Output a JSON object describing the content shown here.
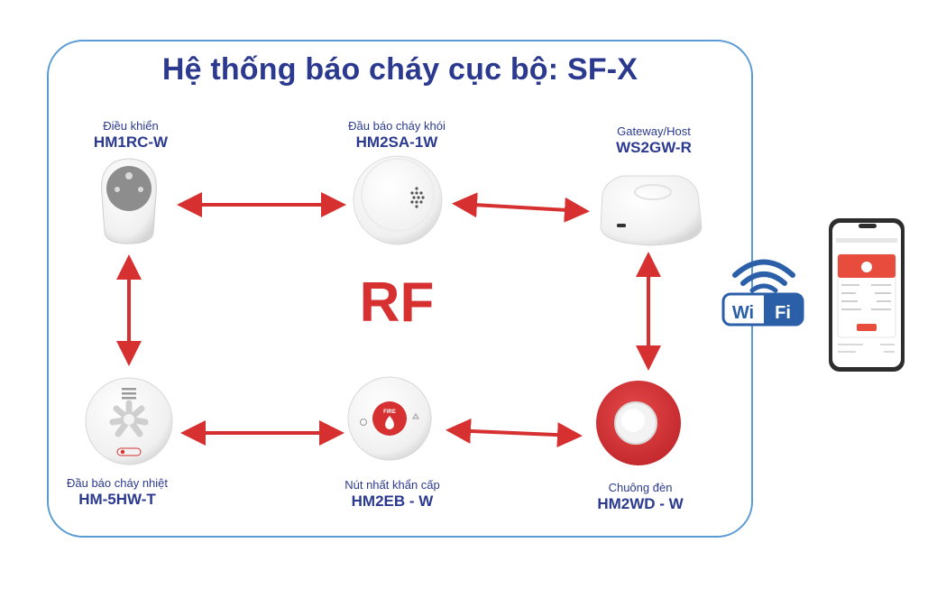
{
  "title": "Hệ thống báo cháy cục bộ: SF-X",
  "center_label": "RF",
  "devices": {
    "remote": {
      "name": "Điều khiển",
      "model": "HM1RC-W"
    },
    "smoke": {
      "name": "Đầu báo cháy khói",
      "model": "HM2SA-1W"
    },
    "gateway": {
      "name": "Gateway/Host",
      "model": "WS2GW-R"
    },
    "heat": {
      "name": "Đầu báo cháy nhiệt",
      "model": "HM-5HW-T"
    },
    "button": {
      "name": "Nút nhất khẩn cấp",
      "model": "HM2EB - W"
    },
    "siren": {
      "name": "Chuông đèn",
      "model": "HM2WD - W"
    }
  },
  "wifi": {
    "left": "Wi",
    "right": "Fi"
  },
  "button_device_text": "FIRE",
  "colors": {
    "arrow": "#d63031",
    "title": "#2b3a8f",
    "frame": "#5b9bd5",
    "wifi": "#2b5fa8"
  }
}
